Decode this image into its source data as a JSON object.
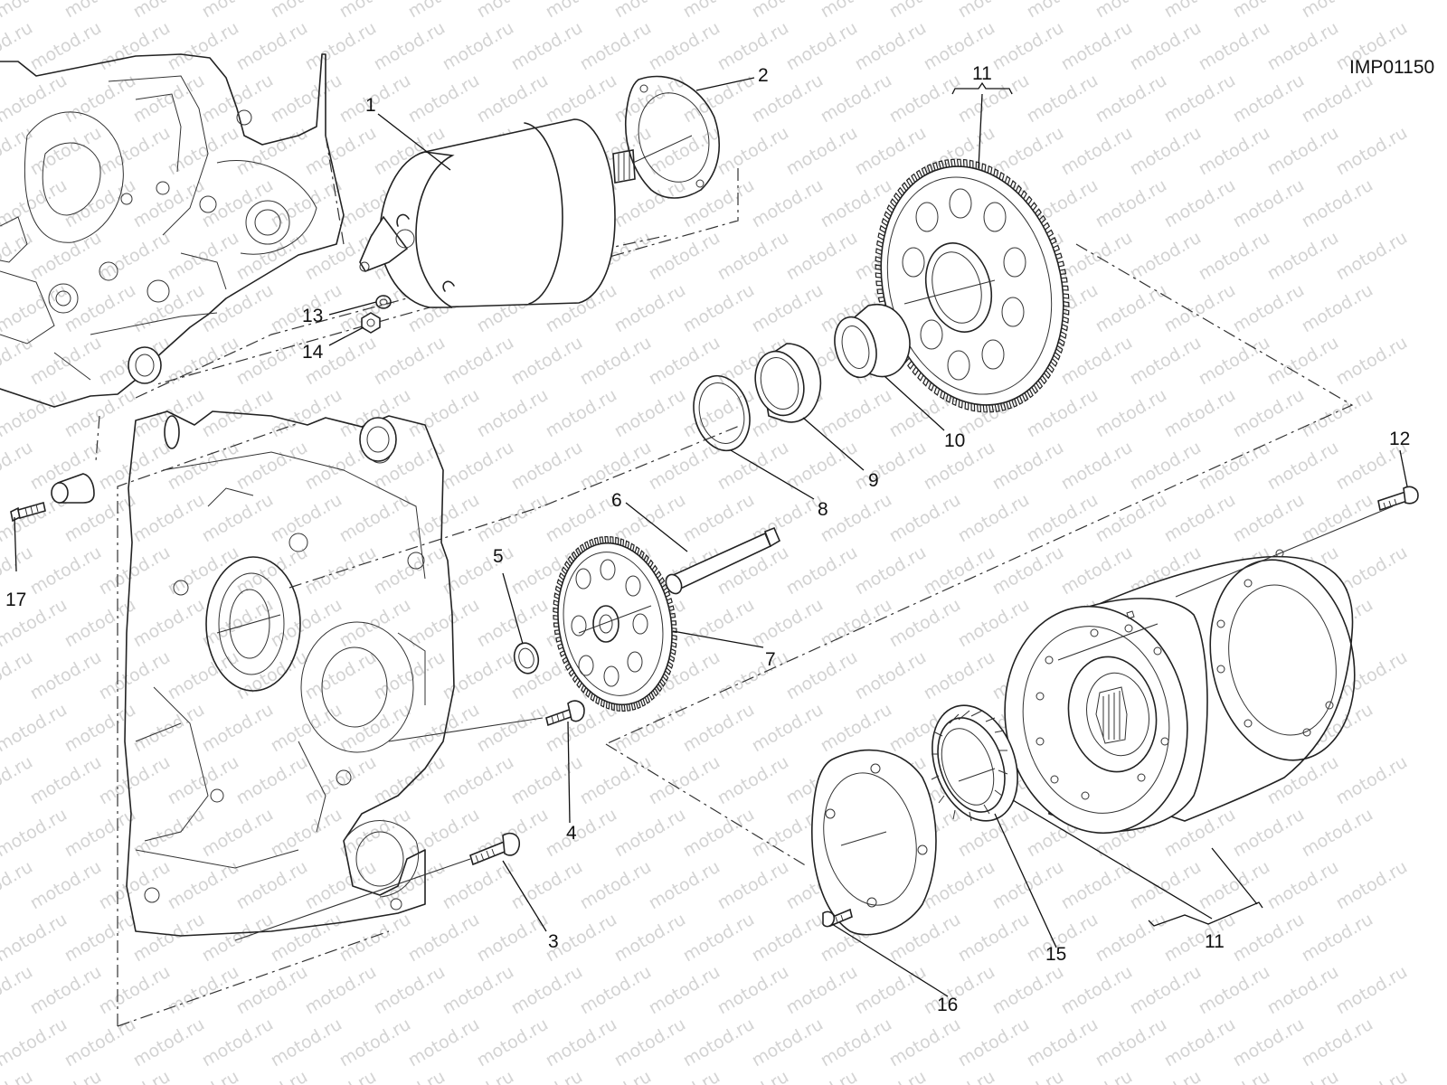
{
  "drawing_code": "IMP01150",
  "watermark": "motod.ru",
  "callouts": {
    "c1": "1",
    "c2": "2",
    "c3": "3",
    "c4": "4",
    "c5": "5",
    "c6": "6",
    "c7": "7",
    "c8": "8",
    "c9": "9",
    "c10": "10",
    "c11a": "11",
    "c11b": "11",
    "c12": "12",
    "c13": "13",
    "c14": "14",
    "c15": "15",
    "c16": "16",
    "c17": "17"
  }
}
